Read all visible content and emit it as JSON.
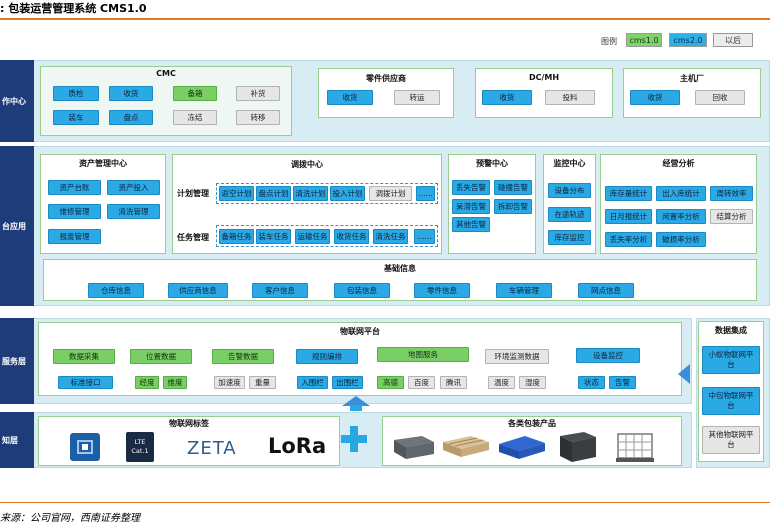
{
  "title": ": 包装运营管理系统 CMS1.0",
  "source": "来源：公司官网，西南证券整理",
  "legend": {
    "label": "图例",
    "items": [
      "cms1.0",
      "cms2.0",
      "以后"
    ]
  },
  "rows": {
    "operation": "作中心",
    "platform": "台应用",
    "service": "服务层",
    "perception": "知层"
  },
  "cmc": {
    "title": "CMC",
    "items": [
      "质检",
      "收货",
      "备箱",
      "补货",
      "装车",
      "盘点",
      "冻结",
      "转移"
    ]
  },
  "parts_supplier": {
    "title": "零件供应商",
    "items": [
      "收货",
      "转运"
    ]
  },
  "dcmh": {
    "title": "DC/MH",
    "items": [
      "收货",
      "投料"
    ]
  },
  "oem": {
    "title": "主机厂",
    "items": [
      "收货",
      "回收"
    ]
  },
  "asset_center": {
    "title": "资产管理中心",
    "items": [
      "资产台账",
      "资产投入",
      "维修管理",
      "清洗管理",
      "报废管理"
    ]
  },
  "dispatch_center": {
    "title": "调拨中心",
    "plan_label": "计划管理",
    "plan_items": [
      "返空计划",
      "盘点计划",
      "清洗计划",
      "投入计划",
      "调拨计划",
      "......"
    ],
    "task_label": "任务管理",
    "task_items": [
      "备箱任务",
      "装车任务",
      "运输任务",
      "收货任务",
      "清洗任务",
      "......"
    ]
  },
  "alert_center": {
    "title": "预警中心",
    "items": [
      "丢失告警",
      "碰撞告警",
      "呆滞告警",
      "拆卸告警",
      "其他告警"
    ]
  },
  "monitor_center": {
    "title": "监控中心",
    "items": [
      "设备分布",
      "在途轨迹",
      "库存监控"
    ]
  },
  "analysis": {
    "title": "经营分析",
    "items": [
      "库存量统计",
      "出入库统计",
      "周转效率",
      "日月报统计",
      "闲置率分析",
      "结算分析",
      "丢失率分析",
      "破损率分析"
    ]
  },
  "base_info": {
    "title": "基础信息",
    "items": [
      "仓库信息",
      "供应商信息",
      "客户信息",
      "包装信息",
      "零件信息",
      "车辆管理",
      "网点信息"
    ]
  },
  "iot_platform": {
    "title": "物联网平台",
    "groups": [
      {
        "name": "数据采集",
        "items": [
          "标准接口"
        ]
      },
      {
        "name": "位置数据",
        "items": [
          "经度",
          "维度"
        ]
      },
      {
        "name": "告警数据",
        "items": [
          "加速度",
          "重量"
        ]
      },
      {
        "name": "规则编排",
        "items": [
          "入围栏",
          "出围栏"
        ]
      },
      {
        "name": "地图服务",
        "items": [
          "高德",
          "百度",
          "腾讯"
        ]
      },
      {
        "name": "环境监测数据",
        "items": [
          "温度",
          "湿度"
        ]
      },
      {
        "name": "设备监控",
        "items": [
          "状态",
          "告警"
        ]
      }
    ]
  },
  "data_integration": {
    "title": "数据集成",
    "items": [
      "小蚁物联网平台",
      "中包物联网平台",
      "其他物联网平台"
    ]
  },
  "iot_tags": {
    "title": "物联网标签",
    "logos": [
      "LTE Cat.1",
      "ZETA",
      "LoRa"
    ]
  },
  "packaging": {
    "title": "各类包装产品"
  }
}
